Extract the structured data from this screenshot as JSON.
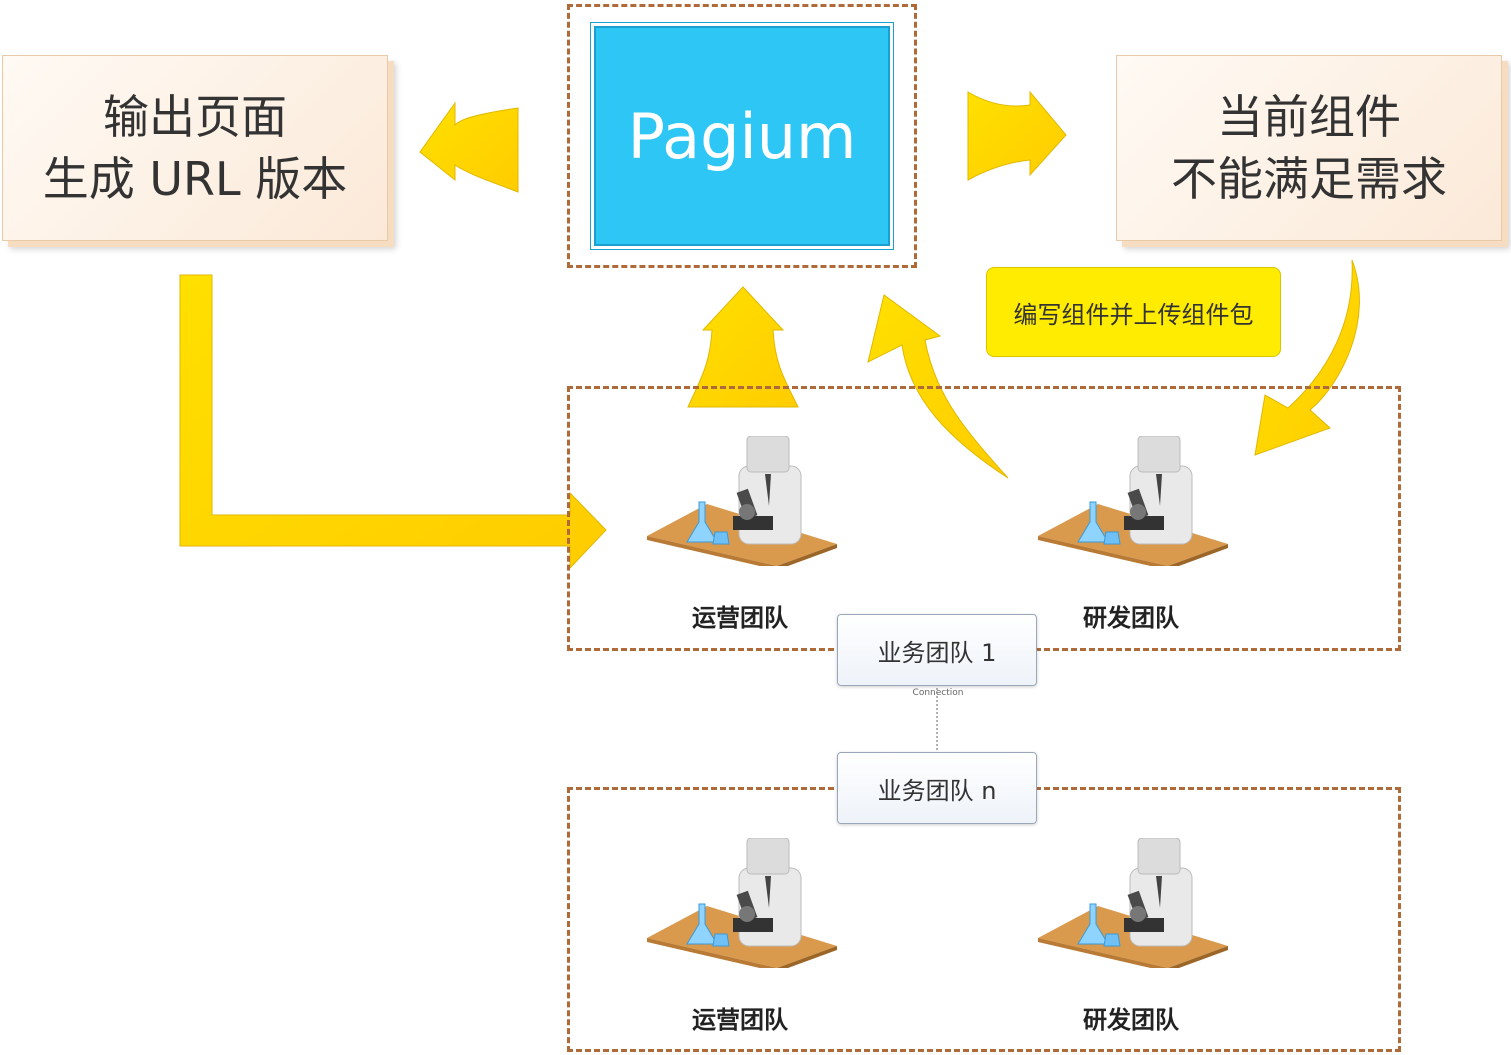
{
  "nodes": {
    "output": {
      "line1": "输出页面",
      "line2": "生成 URL 版本"
    },
    "pagium": {
      "label": "Pagium"
    },
    "components": {
      "line1": "当前组件",
      "line2": "不能满足需求"
    },
    "callout": {
      "label": "编写组件并上传组件包"
    }
  },
  "group1": {
    "teams": [
      "运营团队",
      "研发团队"
    ],
    "label": "业务团队 1",
    "connector_label": "Connection"
  },
  "groupn": {
    "teams": [
      "运营团队",
      "研发团队"
    ],
    "label": "业务团队 n"
  },
  "colors": {
    "arrow": "#ffd800",
    "arrow_stroke": "#e0b800",
    "pagium_fill": "#2ec6f5",
    "callout_fill": "#ffec00",
    "dash_border": "#b06a3a"
  },
  "icons": [
    "scientist-at-desk-icon"
  ]
}
